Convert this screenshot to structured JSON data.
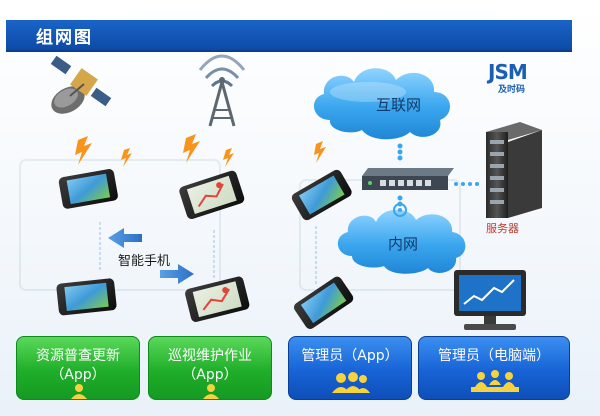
{
  "header": {
    "title": "组网图"
  },
  "logo": {
    "text": "JSM",
    "subtitle": "及时码"
  },
  "clouds": {
    "internet": "互联网",
    "intranet": "内网"
  },
  "server": {
    "label": "服务器"
  },
  "phones": {
    "label": "智能手机"
  },
  "boxes": {
    "resource_survey": {
      "line1": "资源普查更新",
      "line2": "（App）"
    },
    "patrol_maintenance": {
      "line1": "巡视维护作业",
      "line2": "（App）"
    },
    "admin_app": {
      "line1": "管理员（App）"
    },
    "admin_pc": {
      "line1": "管理员（电脑端）"
    }
  },
  "colors": {
    "header": "#0d4aa6",
    "green_box": "#1fae2a",
    "blue_box": "#1763d6",
    "cloud": "#3aa6ee",
    "lightning": "#f7941d"
  },
  "icons": [
    "satellite-icon",
    "antenna-tower-icon",
    "lightning-icon",
    "cloud-icon",
    "router-icon",
    "server-rack-icon",
    "smartphone-icon",
    "arrow-icon",
    "monitor-icon",
    "users-icon",
    "meeting-icon"
  ]
}
